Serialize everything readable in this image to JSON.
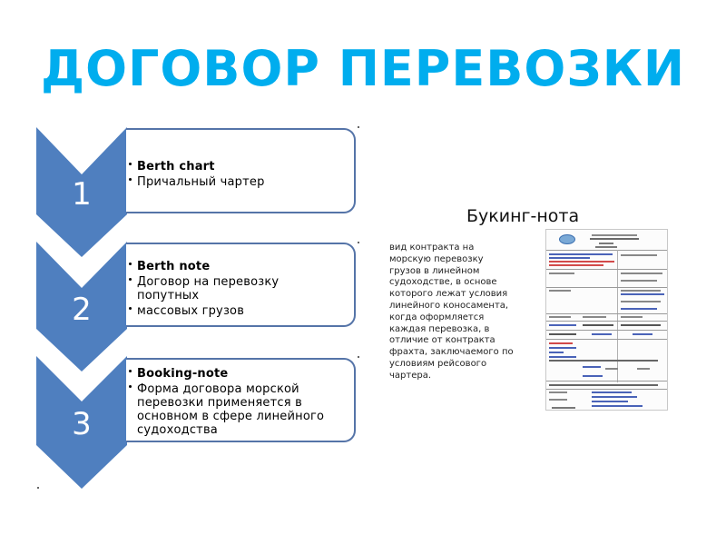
{
  "slide": {
    "title": "ДОГОВОР ПЕРЕВОЗКИ",
    "title_color": "#00adee",
    "chevron_color": "#4f7fbf",
    "box_border_color": "#5574a8"
  },
  "steps": [
    {
      "number": "1",
      "items": [
        {
          "text": "Berth chart",
          "bold": true
        },
        {
          "text": "Причальный чартер",
          "bold": false
        }
      ]
    },
    {
      "number": "2",
      "items": [
        {
          "text": "Berth note",
          "bold": true
        },
        {
          "text": "Договор на перевозку попутных",
          "bold": false
        },
        {
          "text": "массовых грузов",
          "bold": false
        }
      ]
    },
    {
      "number": "3",
      "items": [
        {
          "text": "Booking-note",
          "bold": true
        },
        {
          "text": "Форма договора морской перевозки применяется в основном в сфере линейного судоходства",
          "bold": false
        }
      ]
    }
  ],
  "side": {
    "title": "Букинг-нота",
    "description": "вид контракта на морскую перевозку грузов в линейном судоходстве, в основе которого лежат условия линейного коносамента, когда оформляется каждая перевозка, в отличие от контракта фрахта, заключаемого по условиям рейсового чартера.",
    "document_image": "booking-note-form-scan"
  }
}
